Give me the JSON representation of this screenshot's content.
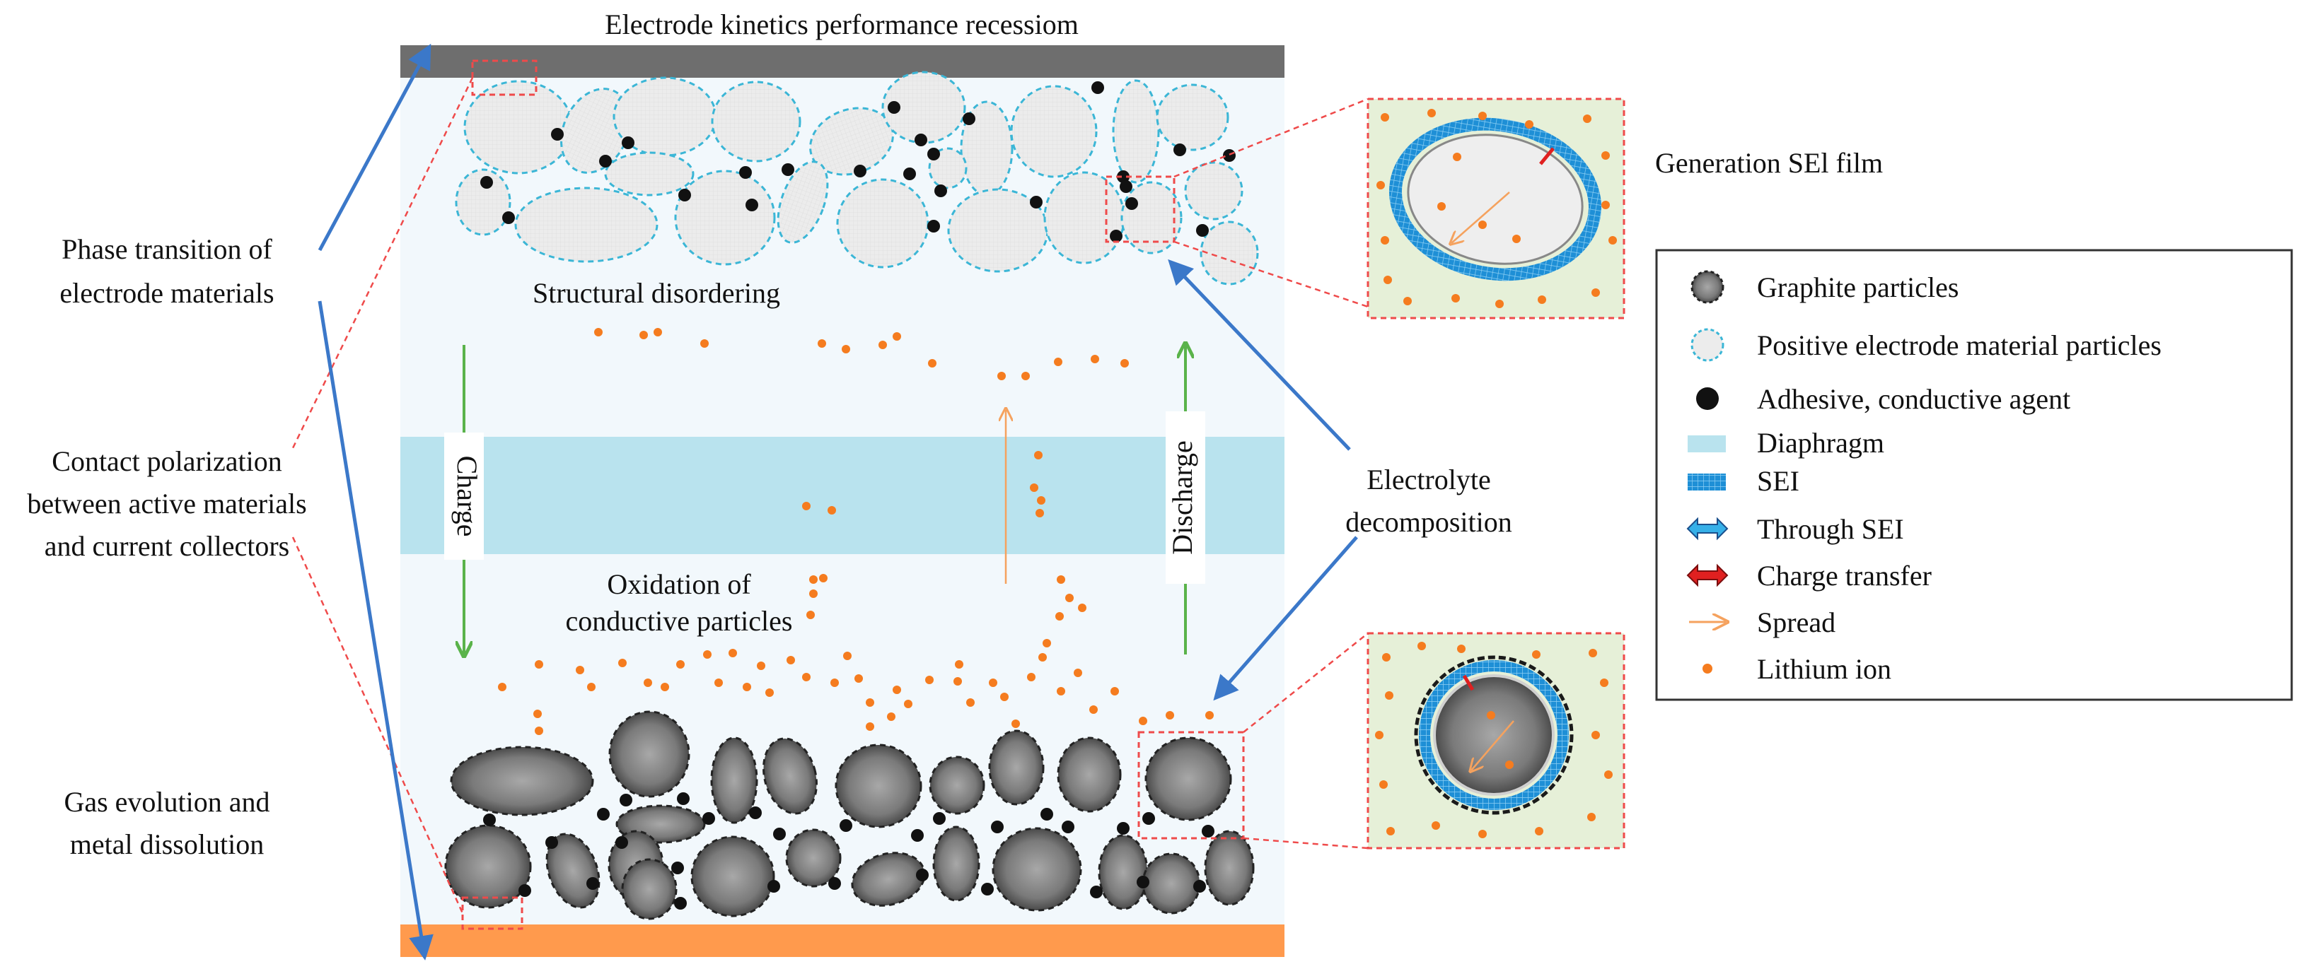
{
  "title": "Electrode kinetics performance recessiom",
  "left_labels": {
    "phase_transition": [
      "Phase transition of",
      "electrode materials"
    ],
    "contact_polarization": [
      "Contact polarization",
      "between active materials",
      "and current collectors"
    ],
    "gas_evolution": [
      "Gas evolution and",
      "metal dissolution"
    ]
  },
  "center_labels": {
    "structural_disordering": "Structural disordering",
    "charge": "Charge",
    "discharge": "Discharge",
    "oxidation": [
      "Oxidation of",
      "conductive particles"
    ]
  },
  "right_labels": {
    "electrolyte_decomposition": [
      "Electrolyte",
      "decomposition"
    ],
    "generation_sei": "Generation SEl film"
  },
  "legend": {
    "items": [
      {
        "label": "Graphite particles",
        "icon": "graphite-particle-icon"
      },
      {
        "label": "Positive electrode material particles",
        "icon": "positive-particle-icon"
      },
      {
        "label": "Adhesive, conductive agent",
        "icon": "black-dot-icon"
      },
      {
        "label": "Diaphragm",
        "icon": "diaphragm-swatch-icon"
      },
      {
        "label": "SEI",
        "icon": "sei-swatch-icon"
      },
      {
        "label": "Through SEI",
        "icon": "double-arrow-blue-icon"
      },
      {
        "label": "Charge transfer",
        "icon": "double-arrow-red-icon"
      },
      {
        "label": "Spread",
        "icon": "arrow-orange-icon"
      },
      {
        "label": "Lithium ion",
        "icon": "orange-dot-icon"
      }
    ]
  },
  "colors": {
    "top_current_collector": "#6e6e6e",
    "bottom_current_collector": "#ff9a4d",
    "cell_background": "#f2f8fc",
    "diaphragm": "#b9e3ee",
    "positive_particle_fill": "#ececec",
    "positive_particle_outline": "#3bb6d6",
    "graphite_center": "#9a9a9a",
    "graphite_edge": "#4a4a4a",
    "lithium_ion": "#f57c1f",
    "charge_arrow": "#5ab34a",
    "blue_arrow": "#3b78c9",
    "red_dashed": "#ef4a4a",
    "inset_background": "#e6f0d8",
    "sei_blue": "#1e8fd6"
  }
}
